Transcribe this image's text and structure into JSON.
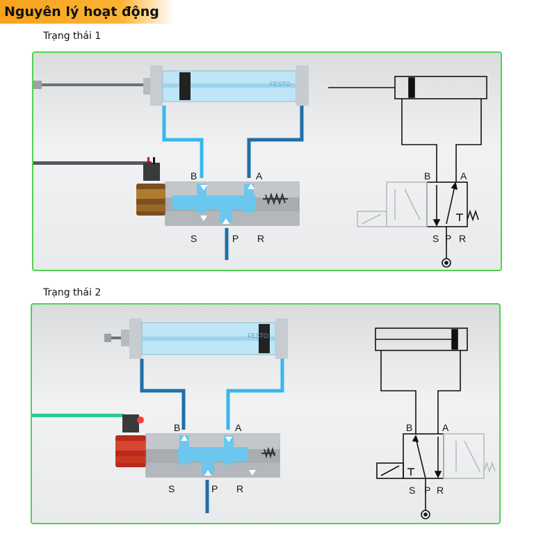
{
  "header": {
    "title": "Nguyên lý hoạt động"
  },
  "states": [
    {
      "label": "Trạng thái 1",
      "ports": {
        "a": "A",
        "b": "B",
        "s": "S",
        "p": "P",
        "r": "R"
      },
      "brand": "FESTO"
    },
    {
      "label": "Trạng thái 2",
      "ports": {
        "a": "A",
        "b": "B",
        "s": "S",
        "p": "P",
        "r": "R"
      },
      "brand": "FESTO"
    }
  ],
  "colors": {
    "accent": "#f7a21b",
    "panel_border": "#4cd44c",
    "air": "#38b6ee",
    "air_dark": "#1f6fa8",
    "signal_on": "#2ec99a",
    "signal_off": "#55595e",
    "solenoid_on": "#d9452e",
    "solenoid_off": "#8a5a2a"
  }
}
